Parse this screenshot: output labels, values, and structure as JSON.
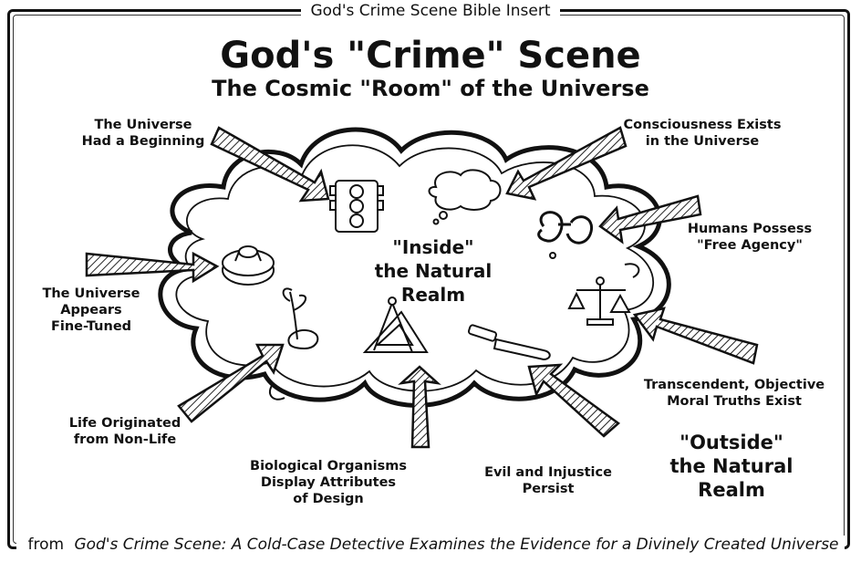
{
  "header": {
    "insert_label": "God's Crime Scene Bible Insert"
  },
  "title": "God's \"Crime\" Scene",
  "subtitle": "The Cosmic \"Room\" of the Universe",
  "inside_realm": [
    "\"Inside\"",
    "the Natural",
    "Realm"
  ],
  "outside_realm": [
    "\"Outside\"",
    "the Natural",
    "Realm"
  ],
  "evidence": [
    {
      "lines": [
        "The Universe",
        "Had a Beginning"
      ],
      "icon": "traffic-light-icon"
    },
    {
      "lines": [
        "Consciousness Exists",
        "in the Universe"
      ],
      "icon": "thought-bubble-icon"
    },
    {
      "lines": [
        "Humans Possess",
        "\"Free Agency\""
      ],
      "icon": "handcuffs-icon"
    },
    {
      "lines": [
        "The Universe",
        "Appears",
        "Fine-Tuned"
      ],
      "icon": "dial-icon"
    },
    {
      "lines": [
        "Transcendent, Objective",
        "Moral Truths Exist"
      ],
      "icon": "scales-icon"
    },
    {
      "lines": [
        "Life Originated",
        "from Non-Life"
      ],
      "icon": "plant-sprout-icon"
    },
    {
      "lines": [
        "Biological Organisms",
        "Display Attributes",
        "of Design"
      ],
      "icon": "drafting-compass-icon"
    },
    {
      "lines": [
        "Evil and Injustice",
        "Persist"
      ],
      "icon": "knife-icon"
    }
  ],
  "footer": {
    "prefix": "from ",
    "book_title": "God's Crime Scene: A Cold-Case Detective Examines the Evidence for a Divinely Created Universe"
  }
}
